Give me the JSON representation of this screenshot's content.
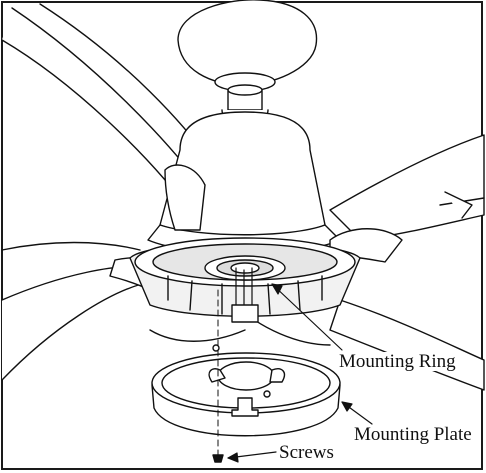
{
  "diagram": {
    "labels": {
      "mounting_ring": "Mounting Ring",
      "mounting_plate": "Mounting Plate",
      "screws": "Screws"
    },
    "colors": {
      "line": "#111111",
      "fill": "#ffffff",
      "shade": "#e6e6e6"
    }
  }
}
